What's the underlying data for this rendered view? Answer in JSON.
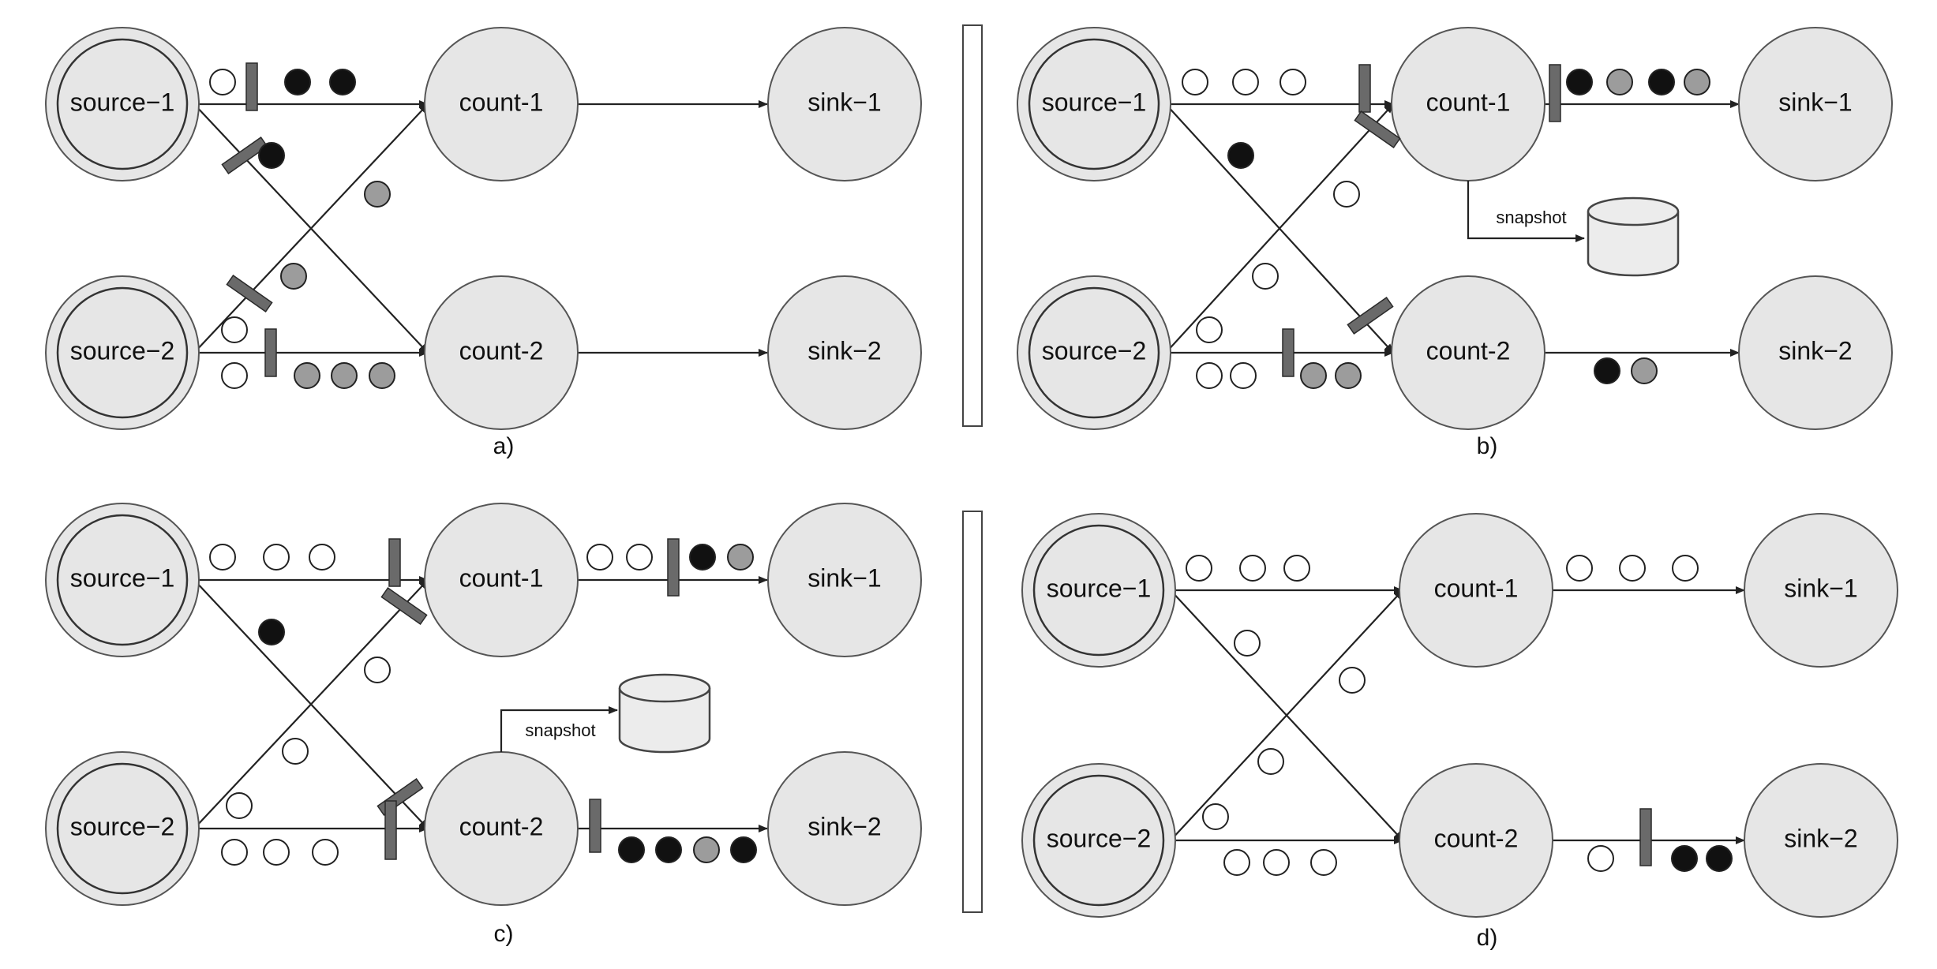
{
  "colors": {
    "white_record": "#ffffff",
    "black_record": "#111111",
    "gray_record": "#9c9c9c"
  },
  "snapshot_label": "snapshot",
  "panels": [
    {
      "id": "a",
      "label": "a)",
      "nodes": {
        "s1": "source−1",
        "s2": "source−2",
        "c1": "count-1",
        "c2": "count-2",
        "k1": "sink−1",
        "k2": "sink−2"
      },
      "snapshot_at": null
    },
    {
      "id": "b",
      "label": "b)",
      "nodes": {
        "s1": "source−1",
        "s2": "source−2",
        "c1": "count-1",
        "c2": "count-2",
        "k1": "sink−1",
        "k2": "sink−2"
      },
      "snapshot_at": "count-1"
    },
    {
      "id": "c",
      "label": "c)",
      "nodes": {
        "s1": "source−1",
        "s2": "source−2",
        "c1": "count-1",
        "c2": "count-2",
        "k1": "sink−1",
        "k2": "sink−2"
      },
      "snapshot_at": "count-2"
    },
    {
      "id": "d",
      "label": "d)",
      "nodes": {
        "s1": "source−1",
        "s2": "source−2",
        "c1": "count-1",
        "c2": "count-2",
        "k1": "sink−1",
        "k2": "sink−2"
      },
      "snapshot_at": null
    }
  ]
}
